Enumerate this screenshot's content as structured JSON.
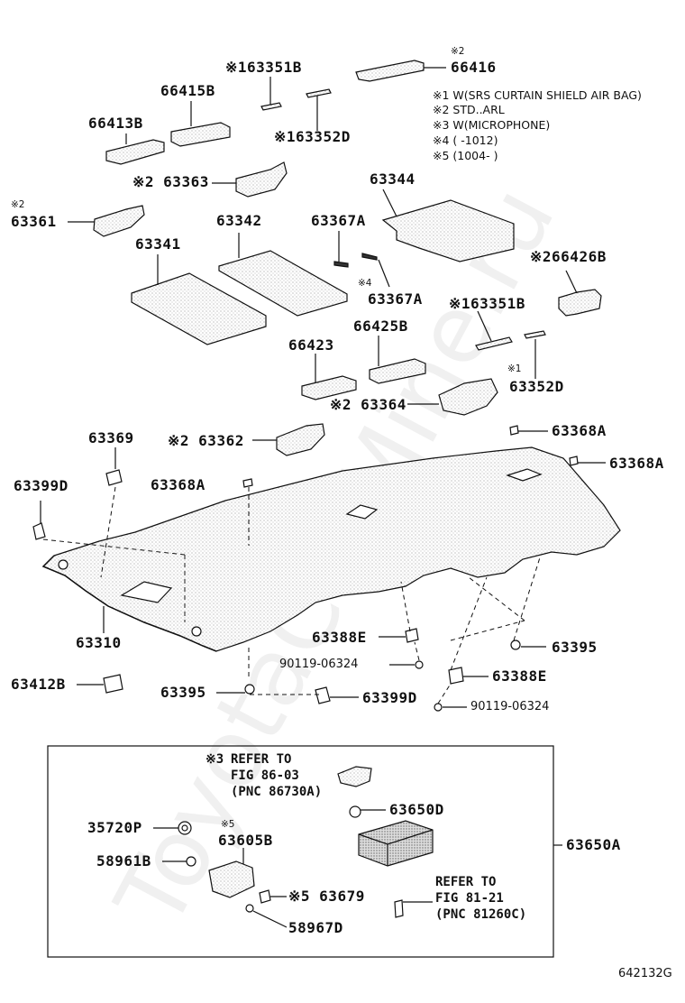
{
  "watermark": "ToyotaCarMine.ru",
  "diagram_code": "642132G",
  "legend": {
    "line1": "※1 W(SRS CURTAIN SHIELD AIR BAG)",
    "line2": "※2 STD..ARL",
    "line3": "※3 W(MICROPHONE)",
    "line4": "※4 (      -1012)",
    "line5": "※5 (1004-      )"
  },
  "labels": {
    "p66416": "66416",
    "p66416_mark": "※2",
    "p63351B_top": "※163351B",
    "p66415B": "66415B",
    "p66413B": "66413B",
    "p63352D_top": "※163352D",
    "p63363": "※2 63363",
    "p63361": "63361",
    "p63361_mark": "※2",
    "p63344": "63344",
    "p63342": "63342",
    "p63367A_top": "63367A",
    "p63341": "63341",
    "p66426B": "※266426B",
    "p63367A_mark": "※4",
    "p63367A_bottom": "63367A",
    "p63351B_mid": "※163351B",
    "p66423": "66423",
    "p66425B": "66425B",
    "p63352D_mid_mark": "※1",
    "p63352D_mid": "63352D",
    "p63364": "※2 63364",
    "p63369": "63369",
    "p63362": "※2 63362",
    "p63368A_r1": "63368A",
    "p63368A_r2": "63368A",
    "p63399D_left": "63399D",
    "p63368A_mid": "63368A",
    "p63310": "63310",
    "p63388E_a": "63388E",
    "p63395_r": "63395",
    "p90119_a": "90119-06324",
    "p63388E_b": "63388E",
    "p63412B": "63412B",
    "p63395_l": "63395",
    "p63399D_bottom": "63399D",
    "p90119_b": "90119-06324",
    "p35720P": "35720P",
    "p58961B": "58961B",
    "p63605B_mark": "※5",
    "p63605B": "63605B",
    "p63650D": "63650D",
    "p63650A": "63650A",
    "p63679": "※5 63679",
    "p58967D": "58967D"
  },
  "refs": {
    "ref1_mark": "※3",
    "ref1_line1": "REFER TO",
    "ref1_line2": "FIG 86-03",
    "ref1_line3": "(PNC 86730A)",
    "ref2_line1": "REFER TO",
    "ref2_line2": "FIG 81-21",
    "ref2_line3": "(PNC 81260C)"
  }
}
